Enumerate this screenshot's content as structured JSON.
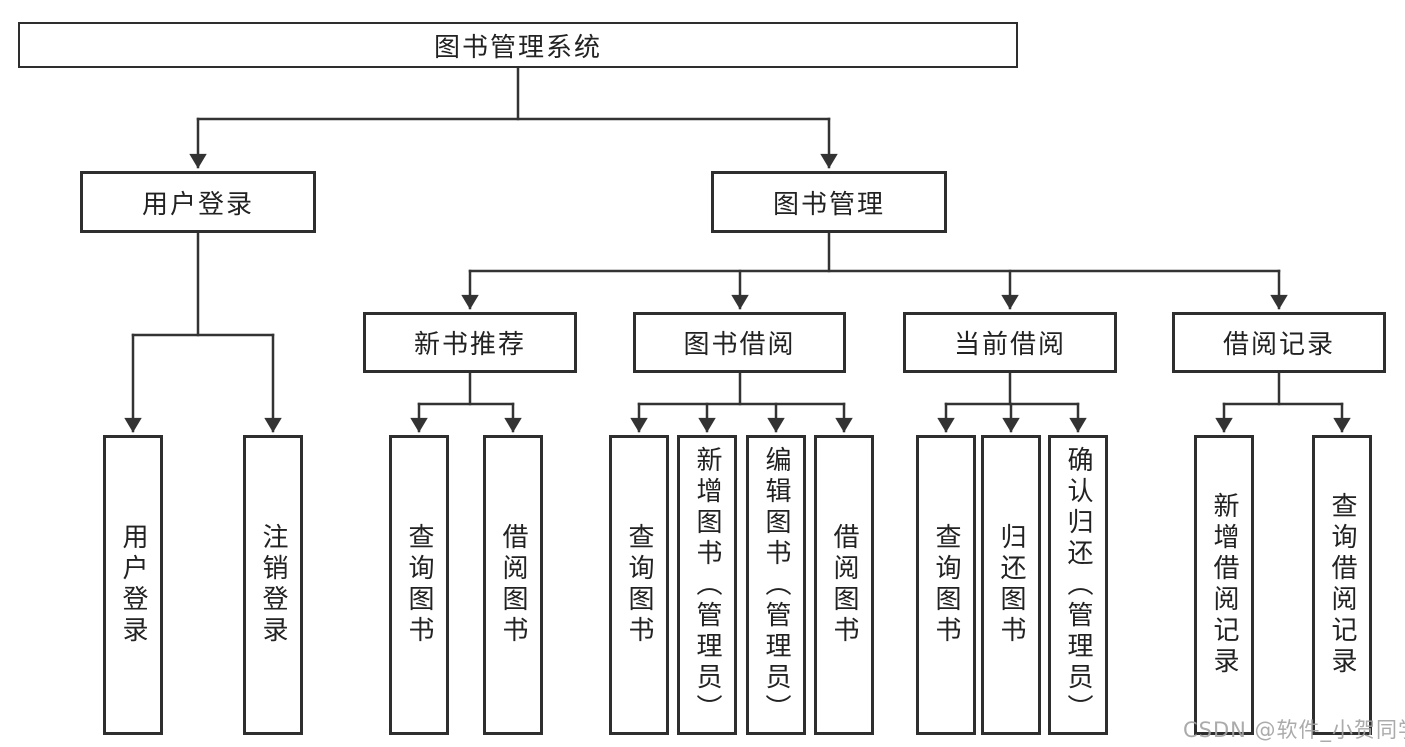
{
  "nodes": {
    "root": {
      "label": "图书管理系统"
    },
    "branches": [
      {
        "label": "用户登录",
        "leaves": [
          {
            "label": "用户登录"
          },
          {
            "label": "注销登录"
          }
        ]
      },
      {
        "label": "图书管理",
        "sections": [
          {
            "label": "新书推荐",
            "leaves": [
              {
                "label": "查询图书"
              },
              {
                "label": "借阅图书"
              }
            ]
          },
          {
            "label": "图书借阅",
            "leaves": [
              {
                "label": "查询图书"
              },
              {
                "label": "新增图书（管理员）"
              },
              {
                "label": "编辑图书（管理员）"
              },
              {
                "label": "借阅图书"
              }
            ]
          },
          {
            "label": "当前借阅",
            "leaves": [
              {
                "label": "查询图书"
              },
              {
                "label": "归还图书"
              },
              {
                "label": "确认归还（管理员）"
              }
            ]
          },
          {
            "label": "借阅记录",
            "leaves": [
              {
                "label": "新增借阅记录"
              },
              {
                "label": "查询借阅记录"
              }
            ]
          }
        ]
      }
    ]
  },
  "watermark": "CSDN @软件_小贺同学",
  "colors": {
    "line": "#333333",
    "border": "#2e2e2e",
    "text": "#222222",
    "watermark": "#a4a4a4",
    "background": "#ffffff"
  }
}
